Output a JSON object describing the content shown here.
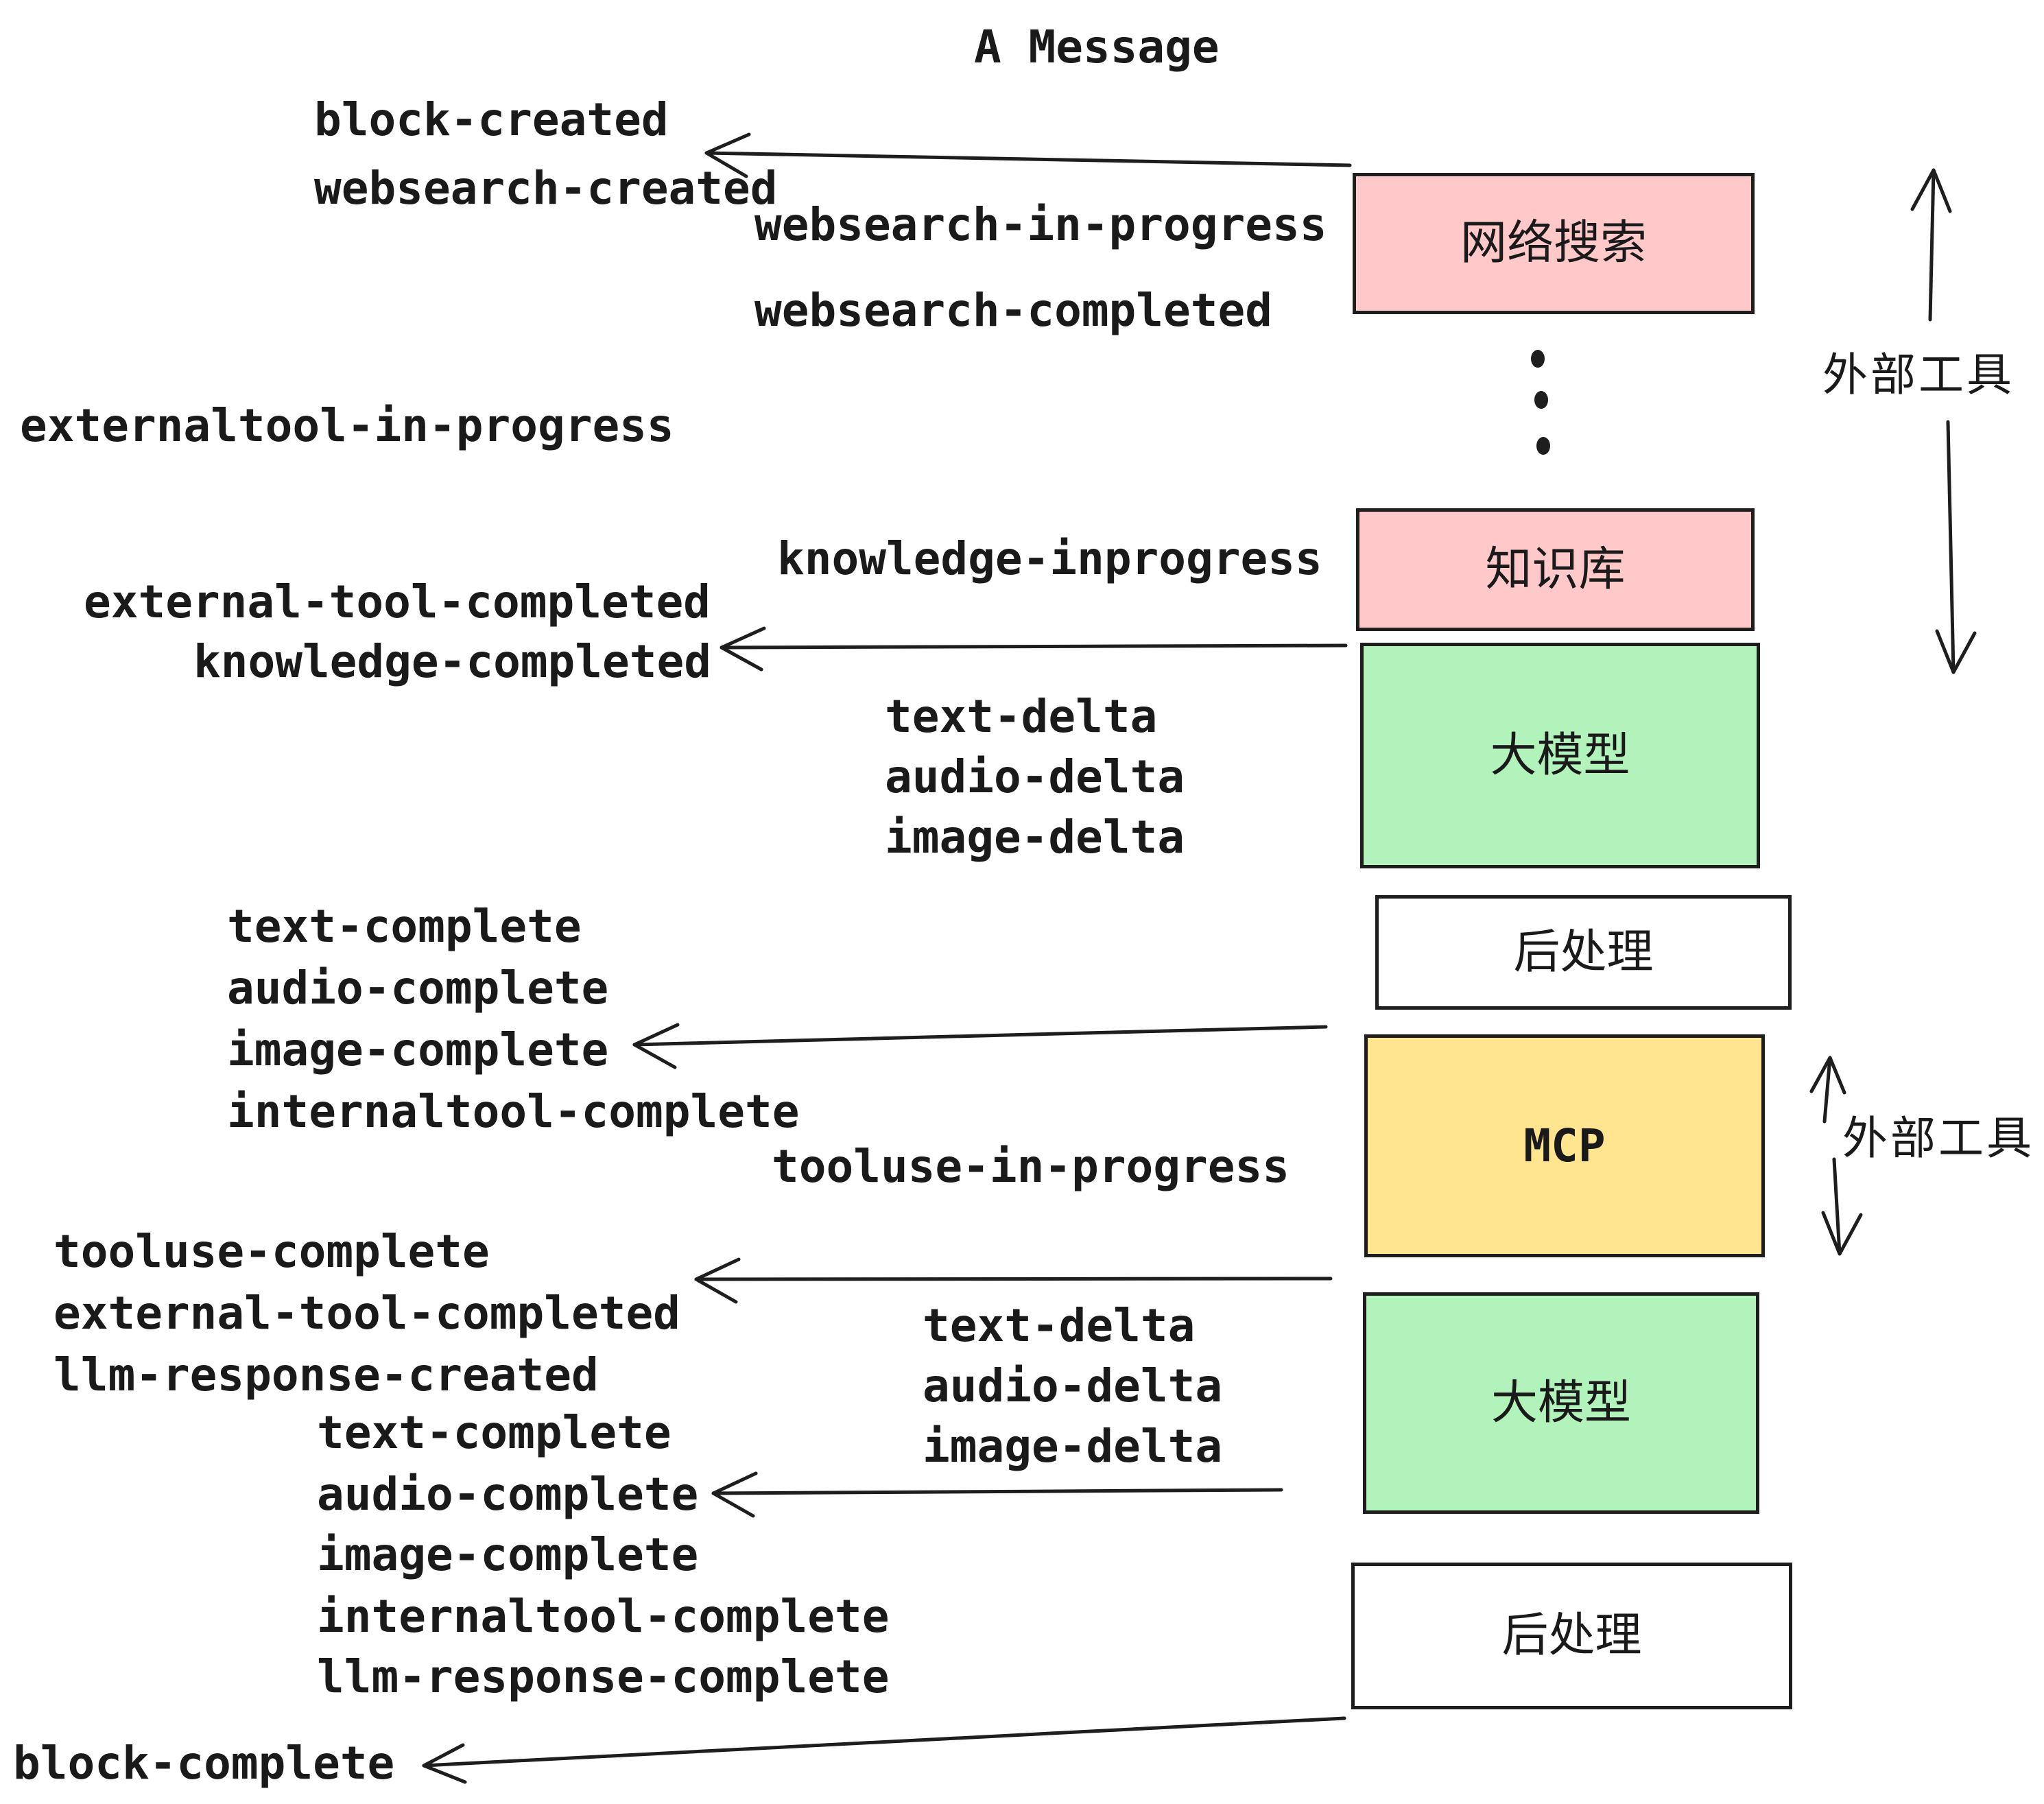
{
  "title": "A Message",
  "boxes": {
    "websearch": "网络搜索",
    "knowledge": "知识库",
    "llm": "大模型",
    "post": "后处理",
    "mcp": "MCP"
  },
  "side_labels": {
    "external_tools": "外部工具"
  },
  "events": {
    "block_created": "block-created",
    "websearch_created": "websearch-created",
    "websearch_in_progress": "websearch-in-progress",
    "websearch_completed": "websearch-completed",
    "externaltool_in_progress": "externaltool-in-progress",
    "knowledge_inprogress": "knowledge-inprogress",
    "external_tool_completed": "external-tool-completed",
    "knowledge_completed": "knowledge-completed",
    "text_delta": "text-delta",
    "audio_delta": "audio-delta",
    "image_delta": "image-delta",
    "text_complete": "text-complete",
    "audio_complete": "audio-complete",
    "image_complete": "image-complete",
    "internaltool_complete": "internaltool-complete",
    "tooluse_in_progress": "tooluse-in-progress",
    "tooluse_complete": "tooluse-complete",
    "llm_response_created": "llm-response-created",
    "llm_response_complete": "llm-response-complete",
    "block_complete": "block-complete"
  },
  "colors": {
    "box_pink": "#ffc9c9",
    "box_green": "#b2f2bb",
    "box_yellow": "#ffe58f",
    "box_white": "#ffffff",
    "stroke": "#1e1e1e",
    "text": "#1a1a1a"
  }
}
